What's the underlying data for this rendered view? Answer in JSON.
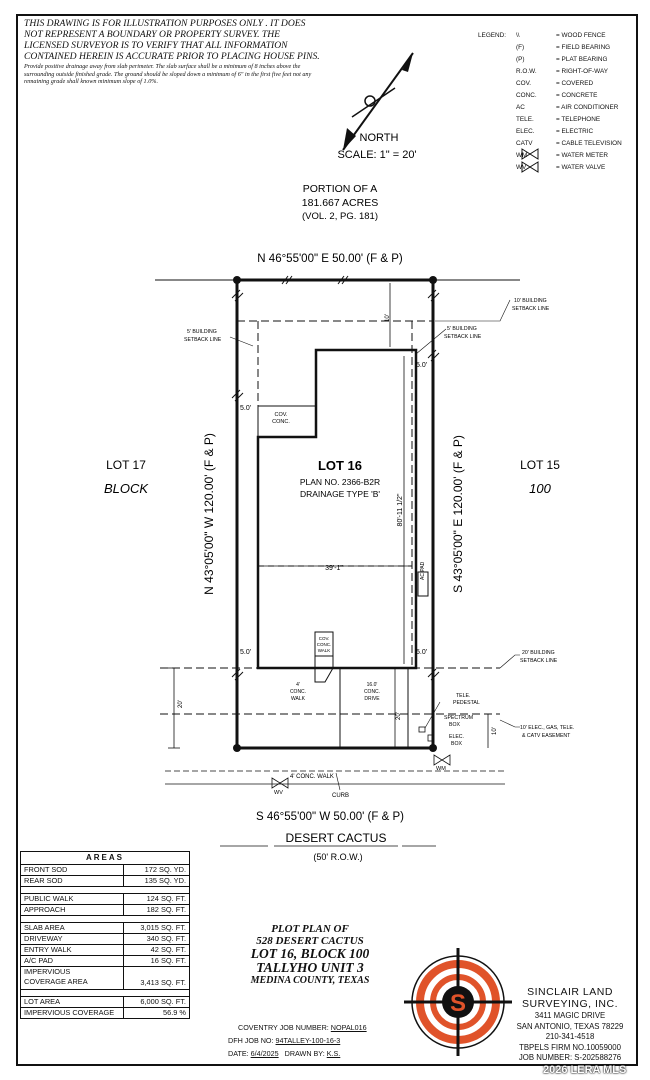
{
  "disclaimer": {
    "main": "THIS DRAWING IS FOR ILLUSTRATION PURPOSES ONLY . IT DOES NOT REPRESENT A BOUNDARY OR PROPERTY SURVEY. THE LICENSED SURVEYOR IS TO VERIFY THAT ALL INFORMATION CONTAINED HEREIN IS ACCURATE PRIOR TO PLACING HOUSE PINS.",
    "drainage": "Provide positive drainage away from slab perimeter. The slab surface shall be a minimum of 8 inches above the surrounding outside finished grade. The ground should be sloped down a minimum of 6\" in the first five feet not any remaining grade shall known minimum slope of 1.0%."
  },
  "north": {
    "label": "NORTH",
    "scale": "SCALE: 1\" = 20'"
  },
  "legend": {
    "header": "LEGEND:",
    "items": [
      {
        "symbol": "\\\\",
        "text": "= WOOD FENCE"
      },
      {
        "symbol": "(F)",
        "text": "= FIELD BEARING"
      },
      {
        "symbol": "(P)",
        "text": "= PLAT BEARING"
      },
      {
        "symbol": "R.O.W.",
        "text": "= RIGHT-OF-WAY"
      },
      {
        "symbol": "COV.",
        "text": "= COVERED"
      },
      {
        "symbol": "CONC.",
        "text": "= CONCRETE"
      },
      {
        "symbol": "AC",
        "text": "= AIR CONDITIONER"
      },
      {
        "symbol": "TELE.",
        "text": "= TELEPHONE"
      },
      {
        "symbol": "ELEC.",
        "text": "= ELECTRIC"
      },
      {
        "symbol": "CATV",
        "text": "= CABLE TELEVISION"
      },
      {
        "symbol": "WM",
        "text": "= WATER METER"
      },
      {
        "symbol": "WV",
        "text": "= WATER VALVE"
      }
    ]
  },
  "plot": {
    "portion": [
      "PORTION OF A",
      "181.667 ACRES",
      "(VOL. 2, PG. 181)"
    ],
    "north_bearing": "N 46°55'00\" E 50.00' (F & P)",
    "south_bearing": "S 46°55'00\" W 50.00' (F & P)",
    "west_bearing": "N 43°05'00\" W 120.00' (F & P)",
    "east_bearing": "S 43°05'00\" E 120.00' (F & P)",
    "lot_left": [
      "LOT 17",
      "BLOCK"
    ],
    "lot_right": [
      "LOT 15",
      "100"
    ],
    "lot_title": "LOT 16",
    "plan_no": "PLAN NO. 2366-B2R",
    "drainage_type": "DRAINAGE TYPE 'B'",
    "width_dim": "39'-1\"",
    "depth_dim": "80'-11 1/2\"",
    "setback_5_left": "5' BUILDING SETBACK LINE",
    "setback_5_right": "5' BUILDING SETBACK LINE",
    "setback_10": "10' BUILDING SETBACK LINE",
    "setback_20": "20' BUILDING SETBACK LINE",
    "easement": "10' ELEC, GAS, TELE & CATV EASEMENT",
    "five_ft": "5.0'",
    "cov_conc": [
      "COV.",
      "CONC."
    ],
    "cov_conc_walk": [
      "COV.",
      "CONC.",
      "WALK"
    ],
    "conc_walk": [
      "4'",
      "CONC.",
      "WALK"
    ],
    "conc_drive": [
      "16.0'",
      "CONC.",
      "DRIVE"
    ],
    "ac_pad": "AC PAD",
    "tele_pedestal": [
      "TELE.",
      "PEDESTAL"
    ],
    "spectrum_box": [
      "SPECTRUM",
      "BOX"
    ],
    "elec_box": [
      "ELEC.",
      "BOX"
    ],
    "sidewalk": "4' CONC. WALK",
    "curb": "CURB",
    "wm": "WM",
    "wv": "WV",
    "dim_10": "10'",
    "dim_20": "20'",
    "street_name": "DESERT CACTUS",
    "street_row": "(50' R.O.W.)"
  },
  "areas": {
    "title": "AREAS",
    "group1": [
      {
        "label": "FRONT SOD",
        "value": "172 SQ. YD."
      },
      {
        "label": "REAR SOD",
        "value": "135 SQ. YD."
      }
    ],
    "group2": [
      {
        "label": "PUBLIC WALK",
        "value": "124 SQ. FT."
      },
      {
        "label": "APPROACH",
        "value": "182 SQ. FT."
      }
    ],
    "group3": [
      {
        "label": "SLAB AREA",
        "value": "3,015 SQ. FT."
      },
      {
        "label": "DRIVEWAY",
        "value": "340 SQ. FT."
      },
      {
        "label": "ENTRY WALK",
        "value": "42 SQ. FT."
      },
      {
        "label": "A/C PAD",
        "value": "16 SQ. FT."
      }
    ],
    "impervious": {
      "label1": "IMPERVIOUS",
      "label2": "COVERAGE AREA",
      "value": "3,413 SQ. FT."
    },
    "group4": [
      {
        "label": "LOT AREA",
        "value": "6,000 SQ. FT."
      },
      {
        "label": "IMPERVIOUS COVERAGE",
        "value": "56.9 %"
      }
    ]
  },
  "title_block": {
    "line1": "PLOT PLAN OF",
    "line2": "528 DESERT CACTUS",
    "line3": "LOT 16, BLOCK 100",
    "line4": "TALLYHO UNIT 3",
    "line5": "MEDINA COUNTY, TEXAS"
  },
  "job": {
    "coventry_label": "COVENTRY JOB NUMBER:",
    "coventry_value": "NOPAL016",
    "dfh_label": "DFH JOB NO:",
    "dfh_value": "94TALLEY-100-16-3",
    "date_label": "DATE:",
    "date_value": "6/4/2025",
    "drawn_label": "DRAWN BY:",
    "drawn_value": "K.S."
  },
  "company": {
    "name1": "SINCLAIR LAND",
    "name2": "SURVEYING, INC.",
    "addr1": "3411 MAGIC DRIVE",
    "addr2": "SAN ANTONIO, TEXAS 78229",
    "phone": "210-341-4518",
    "firm": "TBPELS FIRM NO.10059000",
    "job": "JOB NUMBER: S-202588276",
    "logo_letter": "S"
  },
  "colors": {
    "logo_orange": "#e0532a",
    "line": "#111111"
  },
  "watermark": "2026 LERA MLS"
}
